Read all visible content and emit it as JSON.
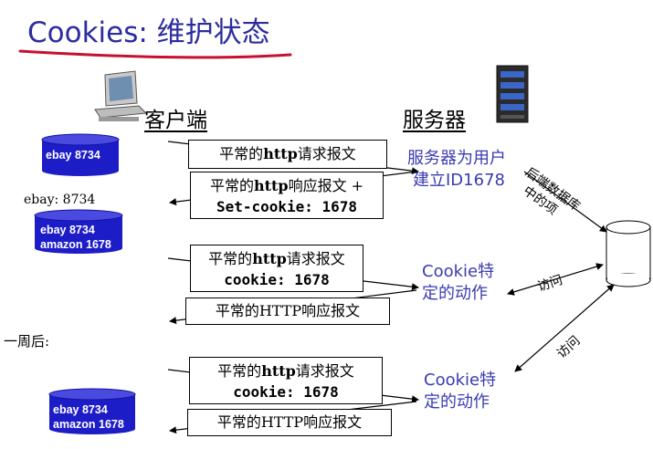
{
  "title": {
    "prefix": "Cookies",
    "rest": ": 维护状态"
  },
  "client_label": "客户端",
  "server_label": "服务器",
  "client_db": {
    "initial": "ebay 8734",
    "after_set": [
      "ebay 8734",
      "amazon 1678"
    ],
    "week_later": [
      "ebay 8734",
      "amazon 1678"
    ]
  },
  "client_note": "ebay: 8734",
  "week_later_label": "一周后:",
  "messages": {
    "m1": {
      "plain": "平常的",
      "bold": "http",
      "rest": "请求报文"
    },
    "m2": {
      "plain": "平常的",
      "bold": "http",
      "rest": "响应报文 +",
      "code": "Set-cookie: 1678"
    },
    "m3": {
      "plain": "平常的",
      "bold": "http",
      "rest": "请求报文",
      "code": "cookie: 1678"
    },
    "m4": {
      "text": "平常的HTTP响应报文"
    },
    "m5": {
      "plain": "平常的",
      "bold": "http",
      "rest": "请求报文",
      "code": "cookie: 1678"
    },
    "m6": {
      "text": "平常的HTTP响应报文"
    }
  },
  "server_actions": {
    "create_id": [
      "服务器为用户",
      "建立ID1678"
    ],
    "cookie_action_1": [
      "Cookie特",
      "定的动作"
    ],
    "cookie_action_2": [
      "Cookie特",
      "定的动作"
    ]
  },
  "backend_label": [
    "后端数据库",
    "中的项"
  ],
  "access_1": "访问",
  "access_2": "访问",
  "colors": {
    "title": "#2c2c9e",
    "underline": "#c8102e",
    "db": "#1d1dc8",
    "action_text": "#3b3bb0"
  }
}
